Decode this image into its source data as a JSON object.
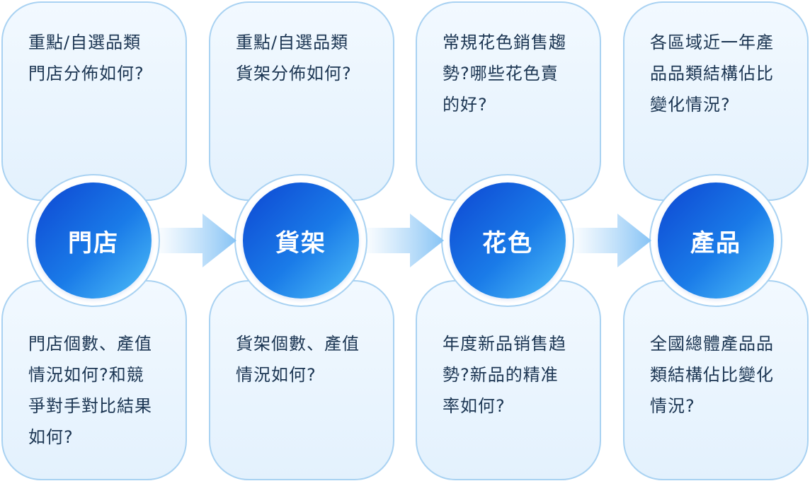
{
  "columns": [
    {
      "node_label": "門店",
      "top_text": "重點/自選品類\n門店分佈如何?",
      "bottom_text": "門店個數、產值\n情況如何?和競\n爭對手對比結果\n如何?"
    },
    {
      "node_label": "貨架",
      "top_text": "重點/自選品類\n貨架分佈如何?",
      "bottom_text": "貨架個數、產值\n情況如何?"
    },
    {
      "node_label": "花色",
      "top_text": "常規花色銷售趨\n勢?哪些花色賣\n的好?",
      "bottom_text": "年度新品销售趋\n勢?新品的精准\n率如何?"
    },
    {
      "node_label": "產品",
      "top_text": "各區域近一年產\n品品類結構佔比\n變化情況?",
      "bottom_text": "全國總體產品品\n類結構佔比變化\n情況?"
    }
  ],
  "colors": {
    "node_gradient_start": "#0d46d2",
    "node_gradient_end": "#4fc0f8",
    "card_border": "#a9d2f2",
    "card_fill": "#eaf5fe",
    "text": "#1b3552",
    "arrow": "#9fd0f7"
  }
}
